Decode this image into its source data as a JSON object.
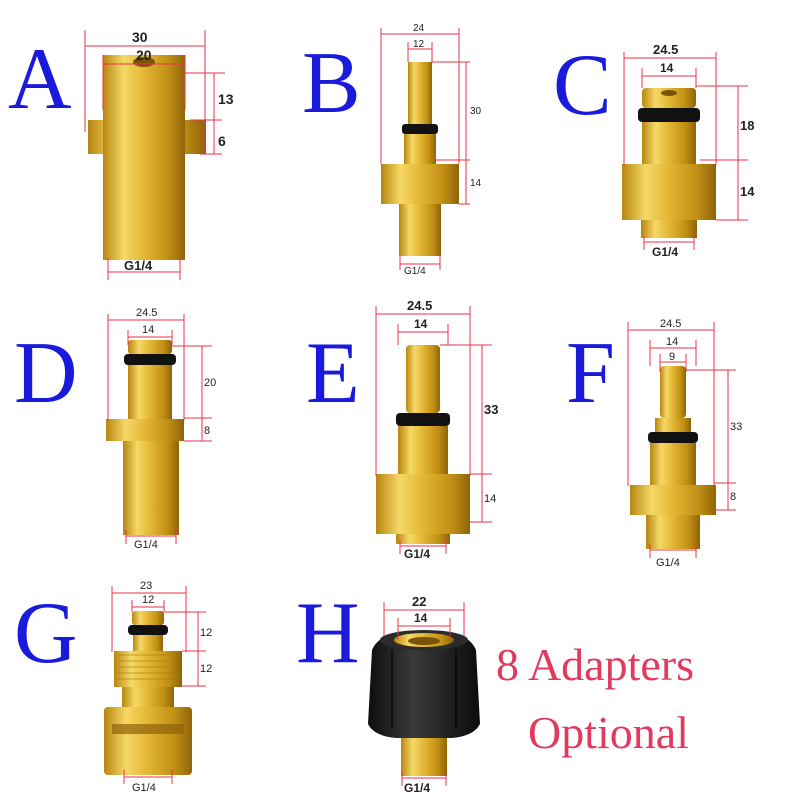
{
  "colors": {
    "letter": "#1a1adc",
    "tagline": "#e23a5e",
    "dim_line": "#e8334a",
    "gold_light": "#f3d35b",
    "gold_mid": "#d6a823",
    "gold_dark": "#9c6d0c",
    "oring": "#111111",
    "nut": "#1f1f1f"
  },
  "adapters": [
    {
      "id": "A",
      "letter": "A",
      "dims": {
        "top": "30",
        "inner": "20",
        "h1": "13",
        "h2": "6",
        "thread": "G1/4"
      }
    },
    {
      "id": "B",
      "letter": "B",
      "dims": {
        "top": "24",
        "inner": "12",
        "h1": "30",
        "h2": "14",
        "thread": "G1/4"
      }
    },
    {
      "id": "C",
      "letter": "C",
      "dims": {
        "top": "24.5",
        "inner": "14",
        "h1": "18",
        "h2": "14",
        "thread": "G1/4"
      }
    },
    {
      "id": "D",
      "letter": "D",
      "dims": {
        "top": "24.5",
        "inner": "14",
        "h1": "20",
        "h2": "8",
        "thread": "G1/4"
      }
    },
    {
      "id": "E",
      "letter": "E",
      "dims": {
        "top": "24.5",
        "inner": "14",
        "h1": "33",
        "h2": "14",
        "thread": "G1/4"
      }
    },
    {
      "id": "F",
      "letter": "F",
      "dims": {
        "top": "24.5",
        "inner": "14",
        "inner2": "9",
        "h1": "33",
        "h2": "8",
        "thread": "G1/4"
      }
    },
    {
      "id": "G",
      "letter": "G",
      "dims": {
        "top": "23",
        "inner": "12",
        "h1": "12",
        "h2": "12",
        "thread": "G1/4"
      }
    },
    {
      "id": "H",
      "letter": "H",
      "dims": {
        "top": "22",
        "inner": "14",
        "thread": "G1/4"
      }
    }
  ],
  "tagline": {
    "line1": "8 Adapters",
    "line2": "Optional"
  }
}
